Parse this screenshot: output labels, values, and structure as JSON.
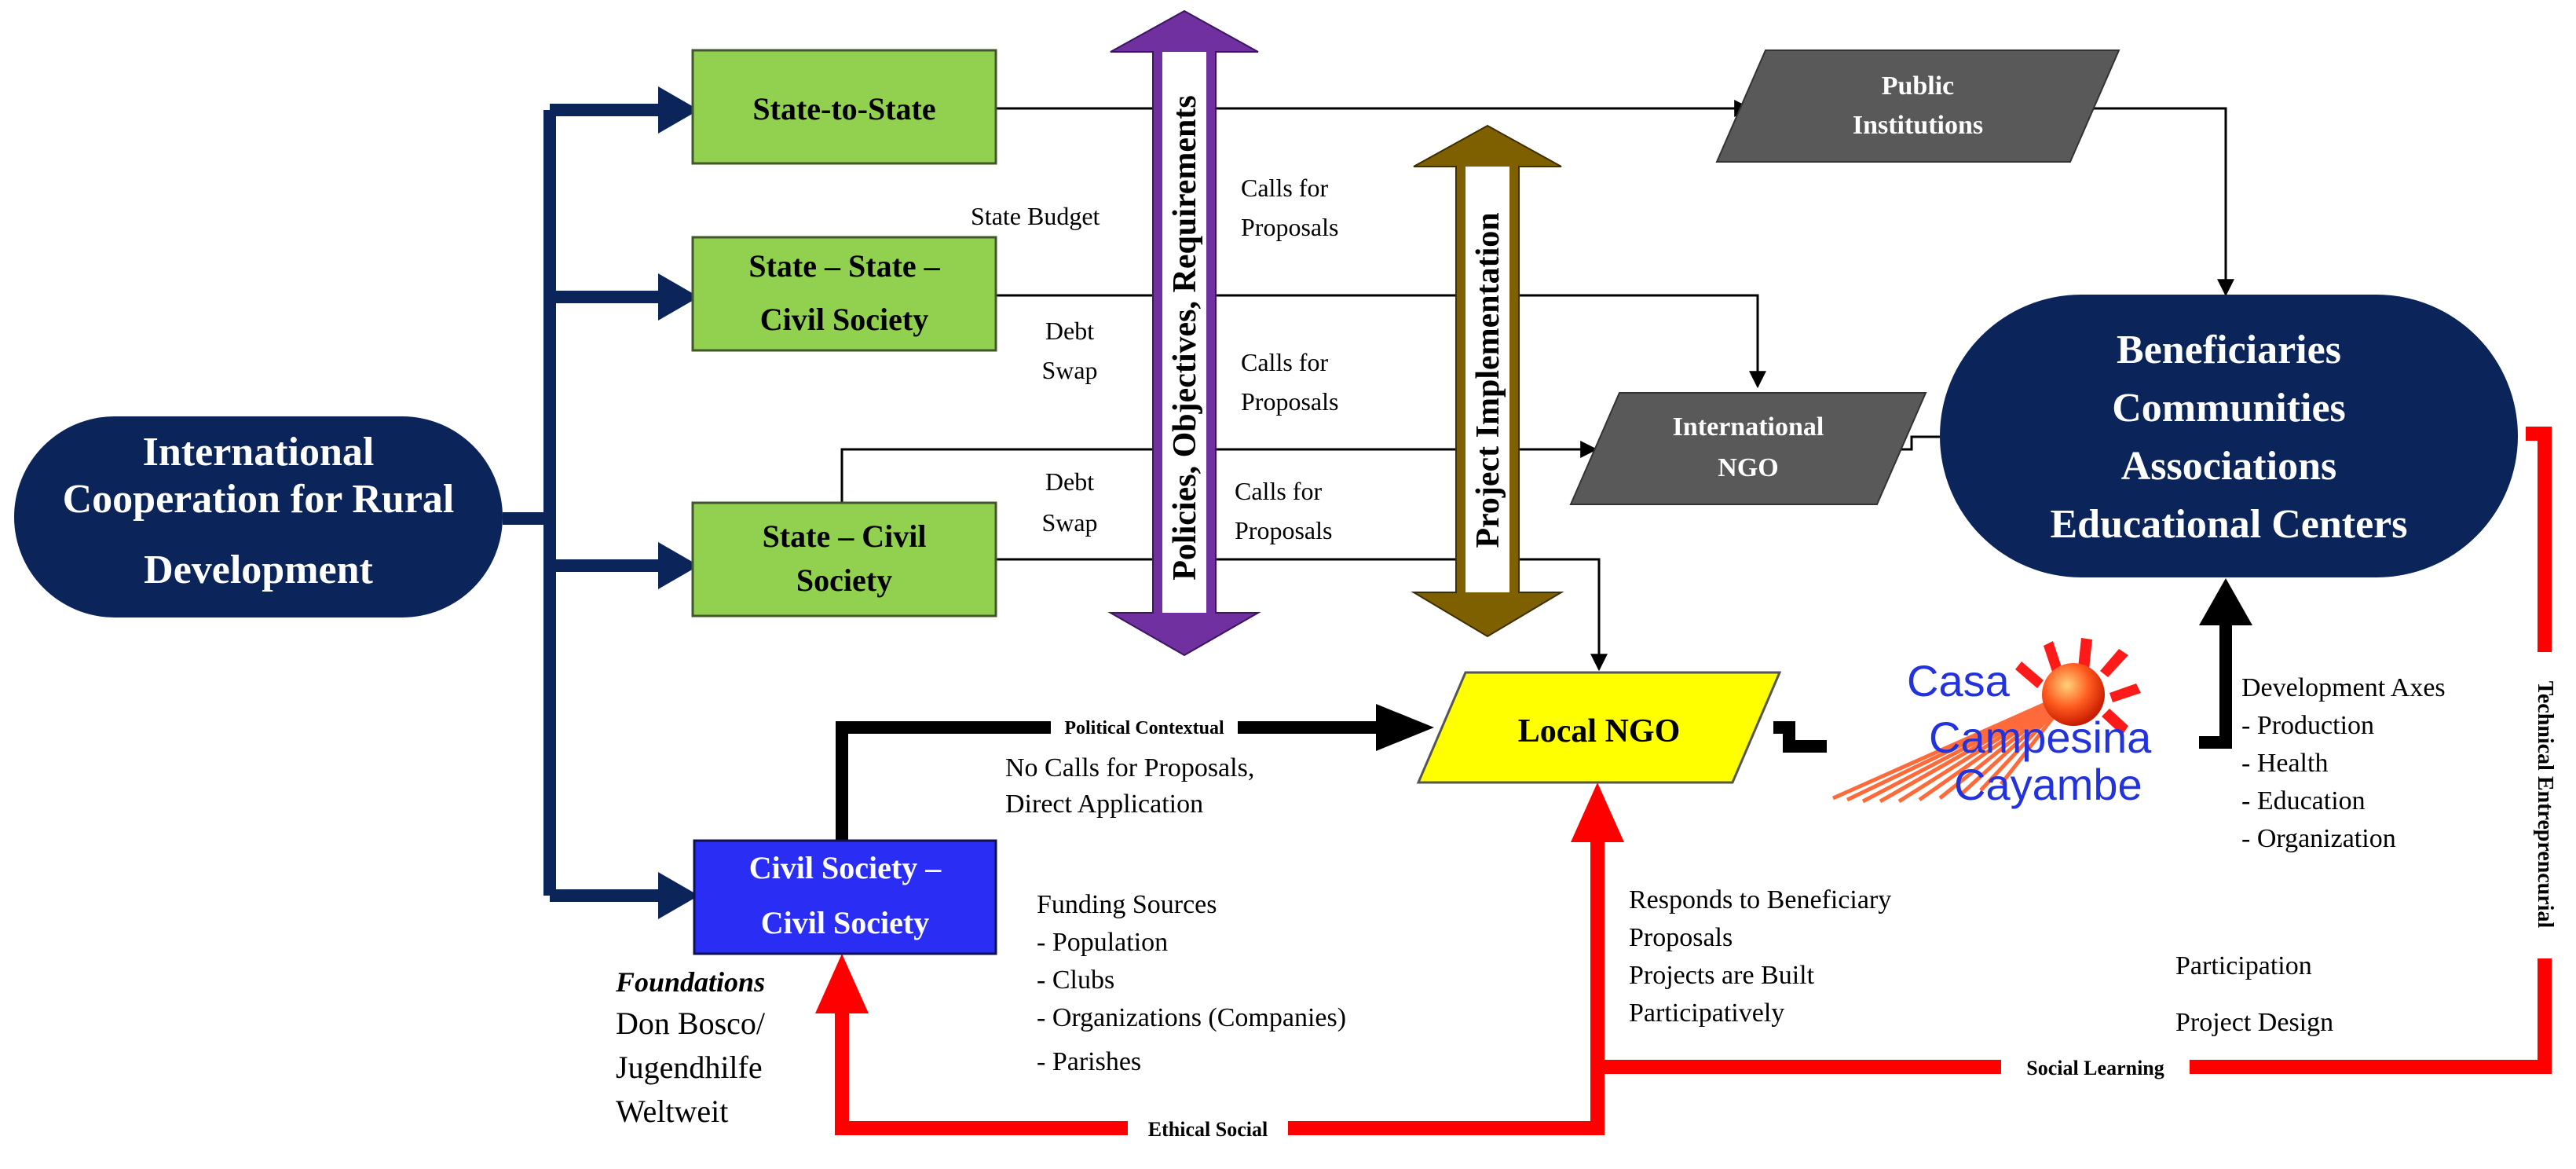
{
  "nodes": {
    "intl_cooperation": {
      "line1": "International",
      "line2": "Cooperation for Rural",
      "line3": "Development"
    },
    "state_to_state": {
      "label": "State-to-State"
    },
    "state_state_civil": {
      "line1": "State – State –",
      "line2": "Civil Society"
    },
    "state_civil": {
      "line1": "State – Civil",
      "line2": "Society"
    },
    "civil_civil": {
      "line1": "Civil Society –",
      "line2": "Civil Society"
    },
    "public_institutions": {
      "line1": "Public",
      "line2": "Institutions"
    },
    "international_ngo": {
      "line1": "International",
      "line2": "NGO"
    },
    "local_ngo": {
      "label": "Local NGO"
    },
    "beneficiaries": {
      "line1": "Beneficiaries",
      "line2": "Communities",
      "line3": "Associations",
      "line4": "Educational Centers"
    }
  },
  "arrows": {
    "policies": "Policies, Objectives, Requirements",
    "implementation": "Project Implementation"
  },
  "labels": {
    "state_budget": "State Budget",
    "debt_swap_1": {
      "line1": "Debt",
      "line2": "Swap"
    },
    "debt_swap_2": {
      "line1": "Debt",
      "line2": "Swap"
    },
    "calls_1": {
      "line1": "Calls for",
      "line2": "Proposals"
    },
    "calls_2": {
      "line1": "Calls for",
      "line2": "Proposals"
    },
    "calls_3": {
      "line1": "Calls for",
      "line2": "Proposals"
    },
    "political_contextual": "Political Contextual",
    "no_calls": {
      "line1": "No Calls for Proposals,",
      "line2": "Direct Application"
    },
    "funding_sources": {
      "title": "Funding Sources",
      "items": [
        "- Population",
        "- Clubs",
        "- Organizations (Companies)",
        "- Parishes"
      ]
    },
    "foundations": {
      "title": "Foundations",
      "lines": [
        "Don Bosco/",
        "Jugendhilfe",
        "Weltweit"
      ]
    },
    "responds": {
      "lines": [
        "Responds to Beneficiary",
        "Proposals",
        "Projects are Built",
        "Participatively"
      ]
    },
    "development_axes": {
      "title": "Development Axes",
      "items": [
        "- Production",
        "- Health",
        "- Education",
        "- Organization"
      ]
    },
    "participation": "Participation",
    "project_design": "Project Design",
    "social_learning": "Social Learning",
    "ethical_social": "Ethical Social",
    "technical_entrepreneurial": "Technical Entreprencurial"
  },
  "logo": {
    "line1": "Casa",
    "line2": "Campesina",
    "line3": "Cayambe"
  },
  "colors": {
    "navy": "#0b2459",
    "green": "#92d050",
    "blue": "#2a2ef5",
    "gray": "#5a5a5a",
    "yellow": "#ffff00",
    "purple": "#7030a0",
    "brown": "#7f6000",
    "red": "#ff0000",
    "black": "#000000"
  }
}
